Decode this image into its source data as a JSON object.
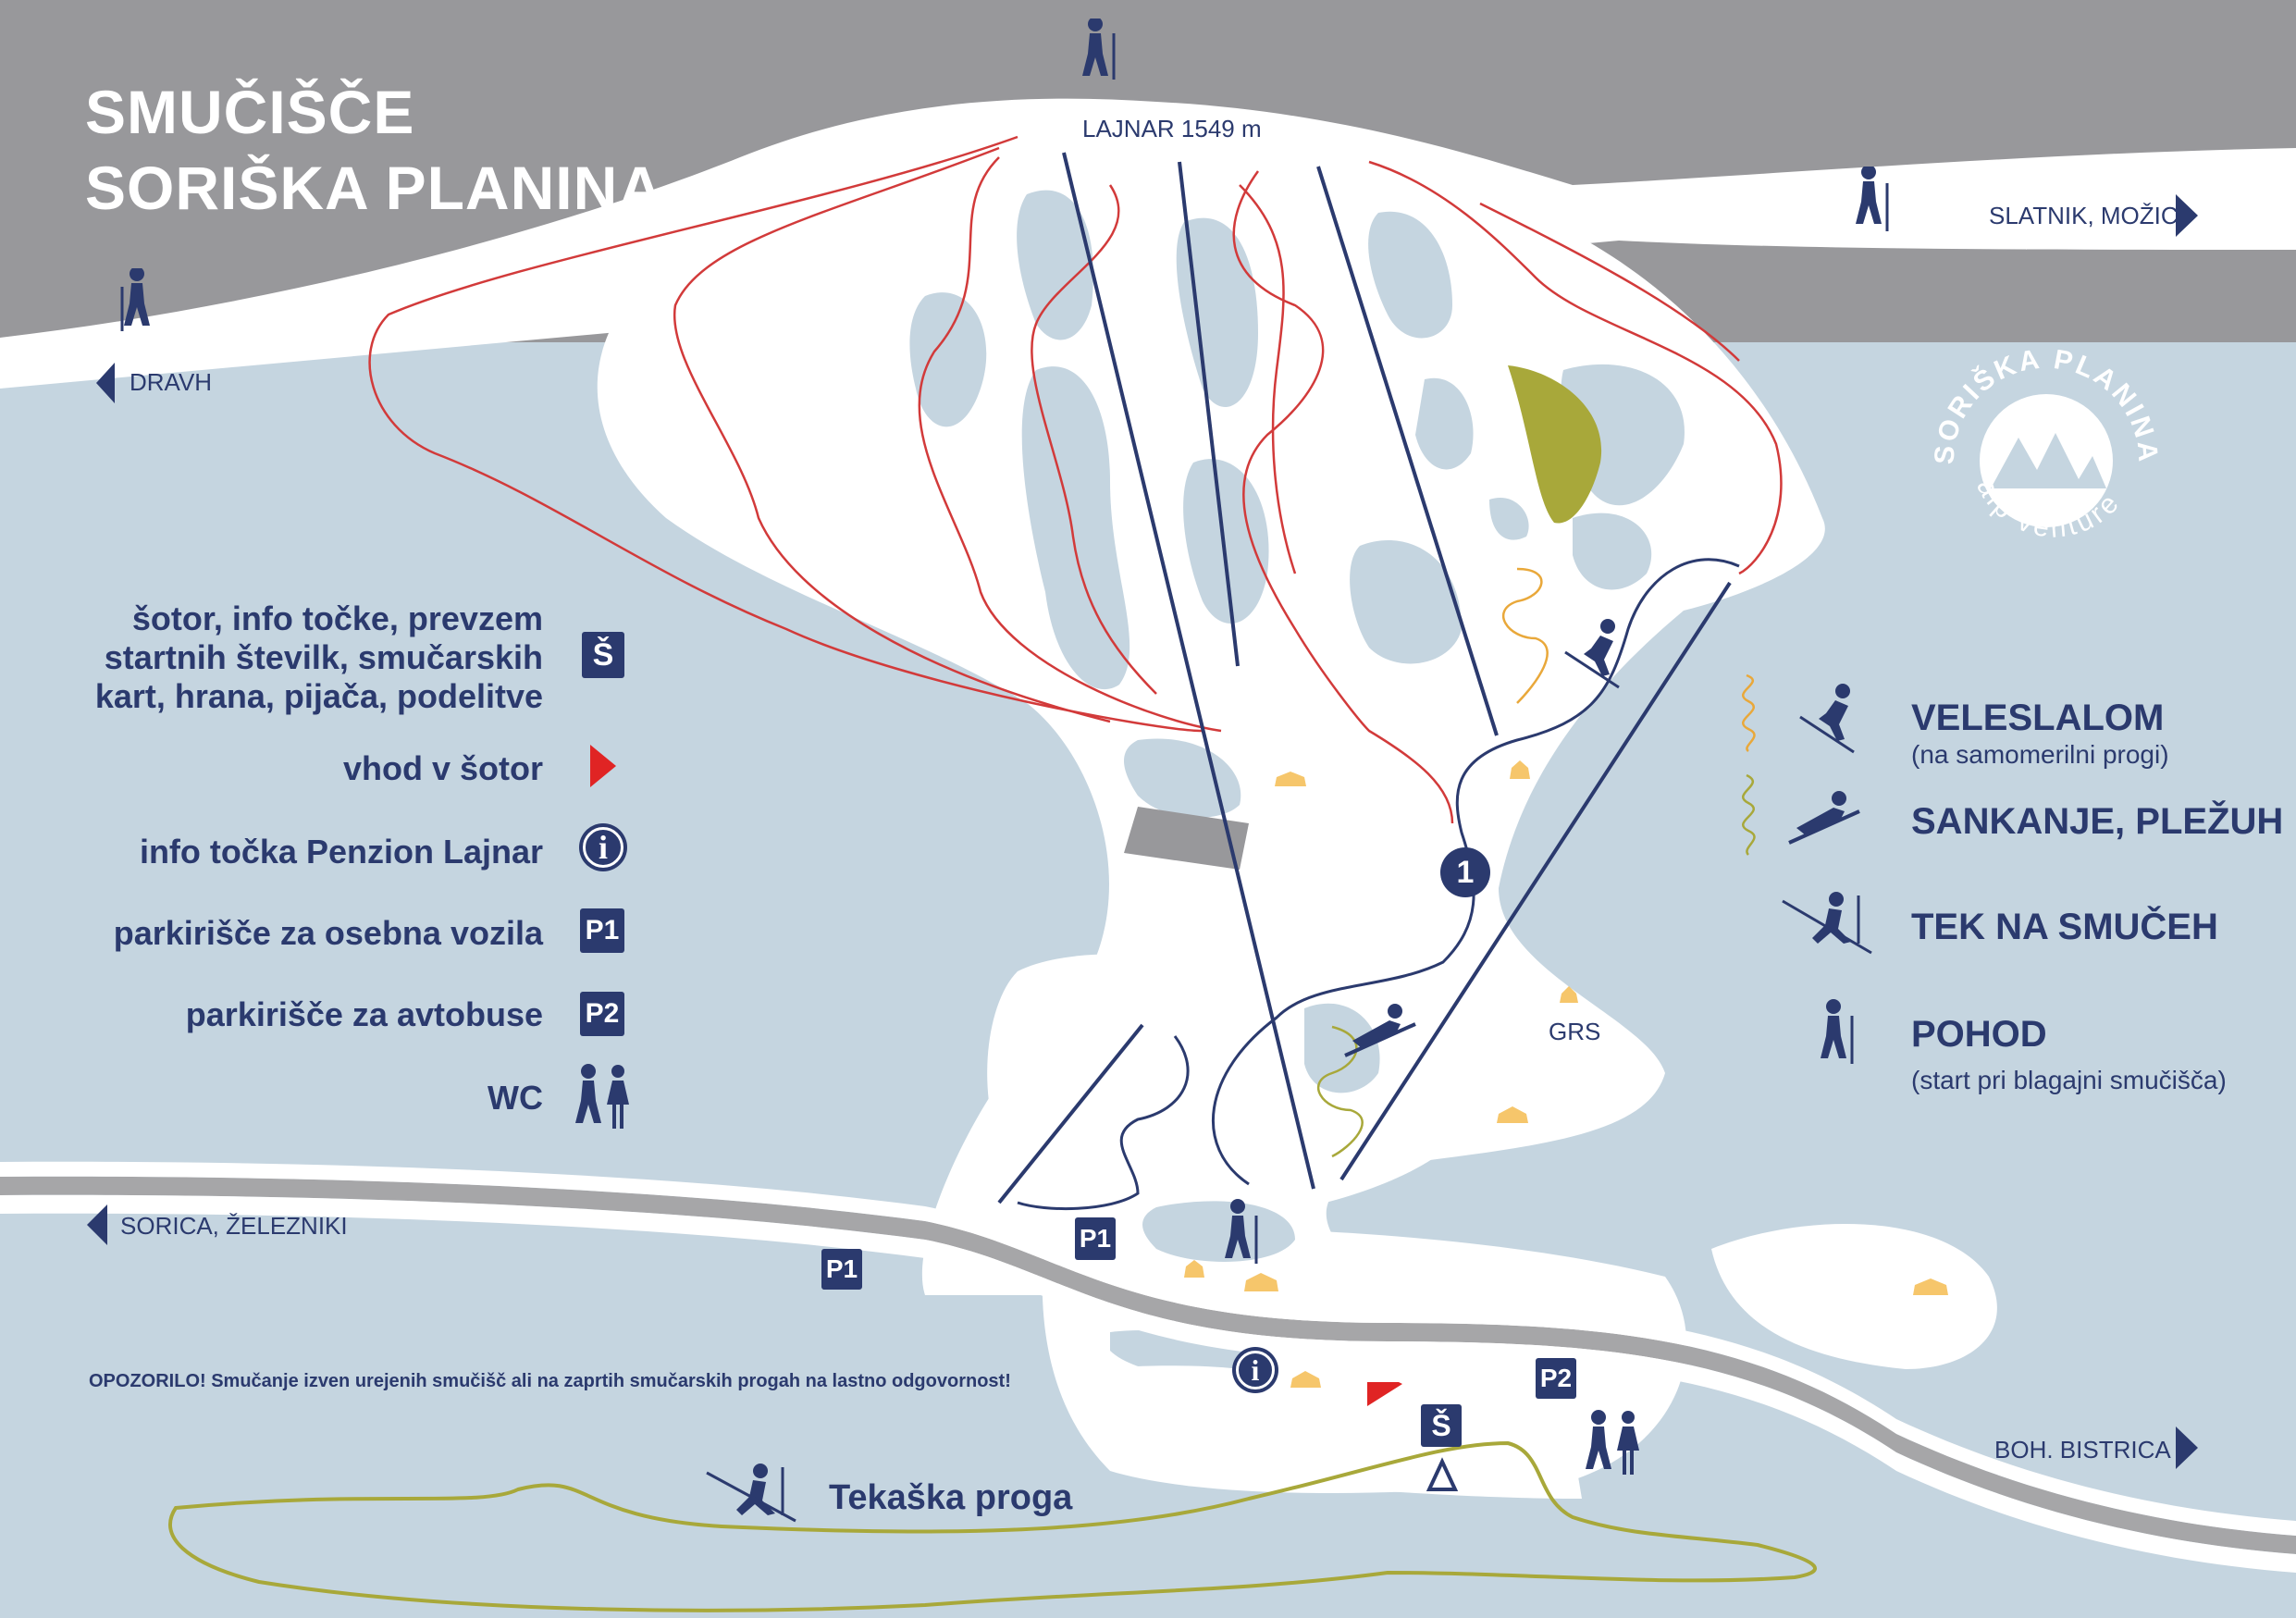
{
  "title": {
    "line1": "SMUČIŠČE",
    "line2": "SORIŠKA PLANINA"
  },
  "peak_label": "LAJNAR 1549 m",
  "directions": {
    "dravh": "DRAVH",
    "slatnik": "SLATNIK, MOŽIC",
    "sorica": "SORICA, ŽELEZNIKI",
    "bistrica": "BOH. BISTRICA"
  },
  "legend": [
    {
      "text": "šotor, info točke, prevzem\nstartnih številk, smučarskih\nkart, hrana, pijača, podelitve",
      "symbol": "Š"
    },
    {
      "text": "vhod v šotor",
      "symbol": "red-triangle"
    },
    {
      "text": "info točka Penzion Lajnar",
      "symbol": "i"
    },
    {
      "text": "parkirišče za osebna vozila",
      "symbol": "P1"
    },
    {
      "text": "parkirišče za avtobuse",
      "symbol": "P2"
    },
    {
      "text": "WC",
      "symbol": "wc"
    }
  ],
  "activities": [
    {
      "title": "VELESLALOM",
      "sub": "(na samomerilni progi)",
      "icon": "skier-icon"
    },
    {
      "title": "SANKANJE, PLEŽUH",
      "sub": "",
      "icon": "sled-icon"
    },
    {
      "title": "TEK NA SMUČEH",
      "sub": "",
      "icon": "cross-country-skier-icon"
    },
    {
      "title": "POHOD",
      "sub": "(start pri blagajni smučišča)",
      "icon": "hiker-icon"
    }
  ],
  "map_markers": {
    "lift_number": "1",
    "grs": "GRS",
    "p1": "P1",
    "p2": "P2",
    "tent": "Š",
    "info": "i"
  },
  "warning": "OPOZORILO! Smučanje izven urejenih smučišč ali na zaprtih smučarskih progah na lastno odgovornost!",
  "cross_country_label": "Tekaška proga",
  "logo": {
    "name": "SORIŠKA PLANINA",
    "tagline": "alp venture"
  },
  "colors": {
    "navy": "#2b3a6e",
    "sky_gray": "#98989b",
    "snow": "#ffffff",
    "forest": "#c5d5e0",
    "slope_red": "#d23a3a",
    "sled_olive": "#a8a83a",
    "hut_yellow": "#f6c66b",
    "tent_red": "#e02424"
  }
}
